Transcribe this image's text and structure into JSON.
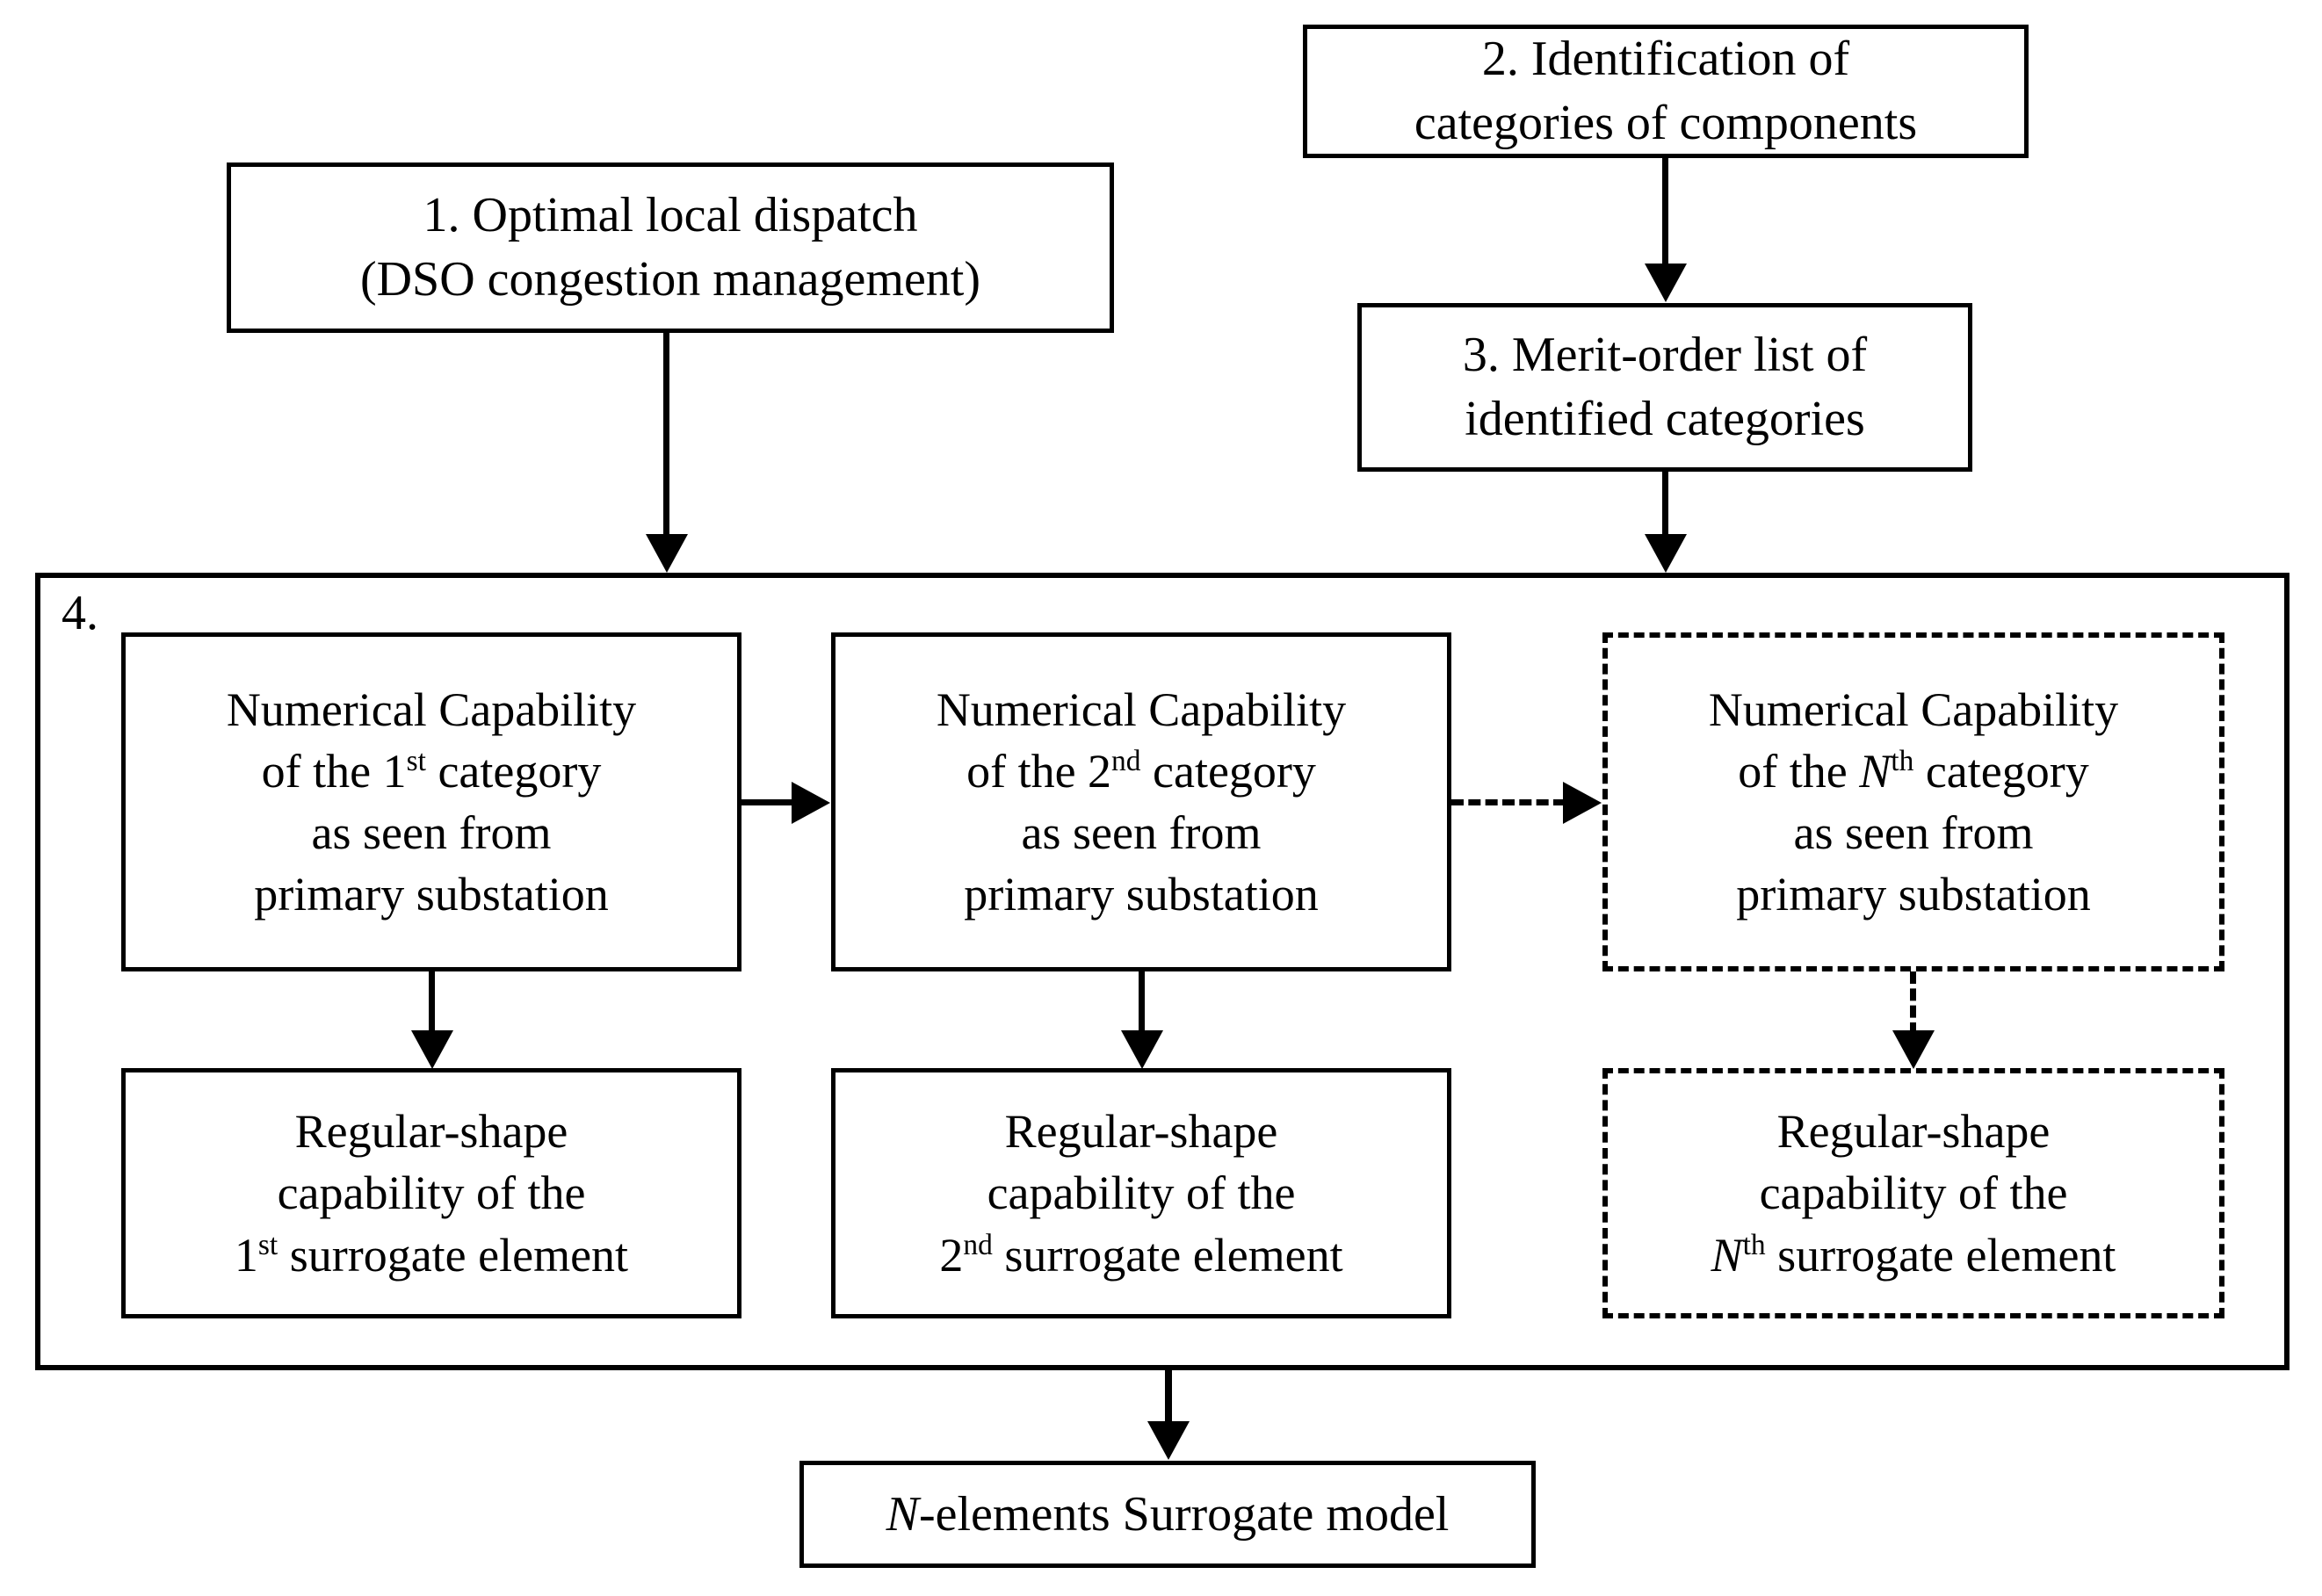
{
  "diagram": {
    "title": "Surrogate model construction flowchart",
    "ink_color": "#000000",
    "background_color": "#ffffff"
  },
  "steps": {
    "step1": {
      "line1": "1. Optimal local dispatch",
      "line2": "(DSO congestion management)"
    },
    "step2": {
      "line1": "2. Identification of",
      "line2": "categories of components"
    },
    "step3": {
      "line1": "3. Merit-order list of",
      "line2": "identified categories"
    },
    "step4": {
      "label": "4."
    }
  },
  "capability_boxes": [
    {
      "line1": "Numerical Capability",
      "line2_pre": "of the 1",
      "line2_sup": "st",
      "line2_post": " category",
      "line3": "as seen from",
      "line4": "primary substation",
      "style": "solid"
    },
    {
      "line1": "Numerical Capability",
      "line2_pre": "of the 2",
      "line2_sup": "nd",
      "line2_post": " category",
      "line3": "as seen from",
      "line4": "primary substation",
      "style": "solid"
    },
    {
      "line1": "Numerical Capability",
      "line2_pre": "of the ",
      "line2_var": "N",
      "line2_sup": "th",
      "line2_post": " category",
      "line3": "as seen from",
      "line4": "primary substation",
      "style": "dashed"
    }
  ],
  "surrogate_boxes": [
    {
      "line1": "Regular-shape",
      "line2": "capability of the",
      "line3_pre": "1",
      "line3_sup": "st",
      "line3_post": " surrogate element",
      "style": "solid"
    },
    {
      "line1": "Regular-shape",
      "line2": "capability of the",
      "line3_pre": "2",
      "line3_sup": "nd",
      "line3_post": " surrogate element",
      "style": "solid"
    },
    {
      "line1": "Regular-shape",
      "line2": "capability of the",
      "line3_var": "N",
      "line3_sup": "th",
      "line3_post": " surrogate element",
      "style": "dashed"
    }
  ],
  "final": {
    "var": "N",
    "text": "-elements Surrogate model"
  }
}
